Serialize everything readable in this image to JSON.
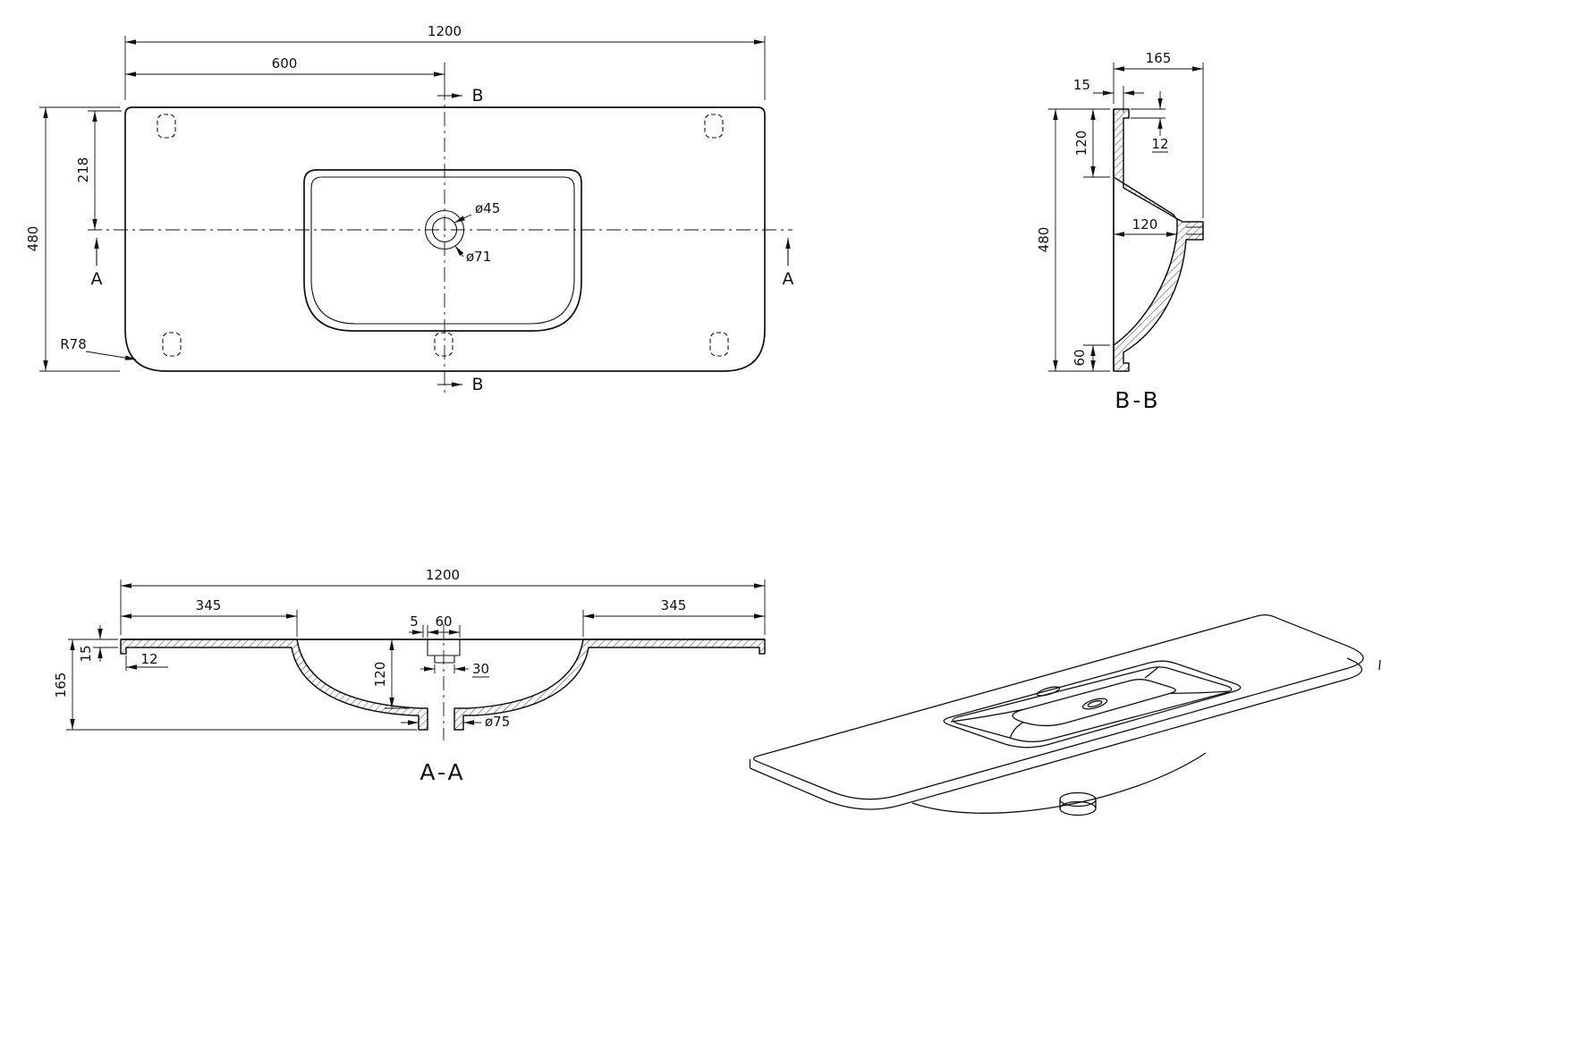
{
  "views": {
    "plan": {
      "dims": {
        "overall_width": "1200",
        "center_width": "600",
        "overall_depth": "480",
        "center_depth": "218",
        "corner_radius": "R78",
        "drain_diameter": "ø45",
        "drain_recess_diameter": "ø71"
      },
      "section_labels": {
        "a": "A",
        "b": "B"
      }
    },
    "section_bb": {
      "title": "B-B",
      "dims": {
        "overall_height": "165",
        "top_thickness": "15",
        "front_lip": "12",
        "front_ledge": "120",
        "overall_depth": "480",
        "bowl_depth": "120",
        "back_ledge": "60"
      }
    },
    "section_aa": {
      "title": "A-A",
      "dims": {
        "overall_width": "1200",
        "left_ledge": "345",
        "right_ledge": "345",
        "overflow_offset": "5",
        "overflow_width": "60",
        "overflow_slot": "30",
        "bowl_depth": "120",
        "top_thickness": "15",
        "front_lip": "12",
        "overall_height": "165",
        "drain_diameter": "ø75"
      }
    }
  }
}
